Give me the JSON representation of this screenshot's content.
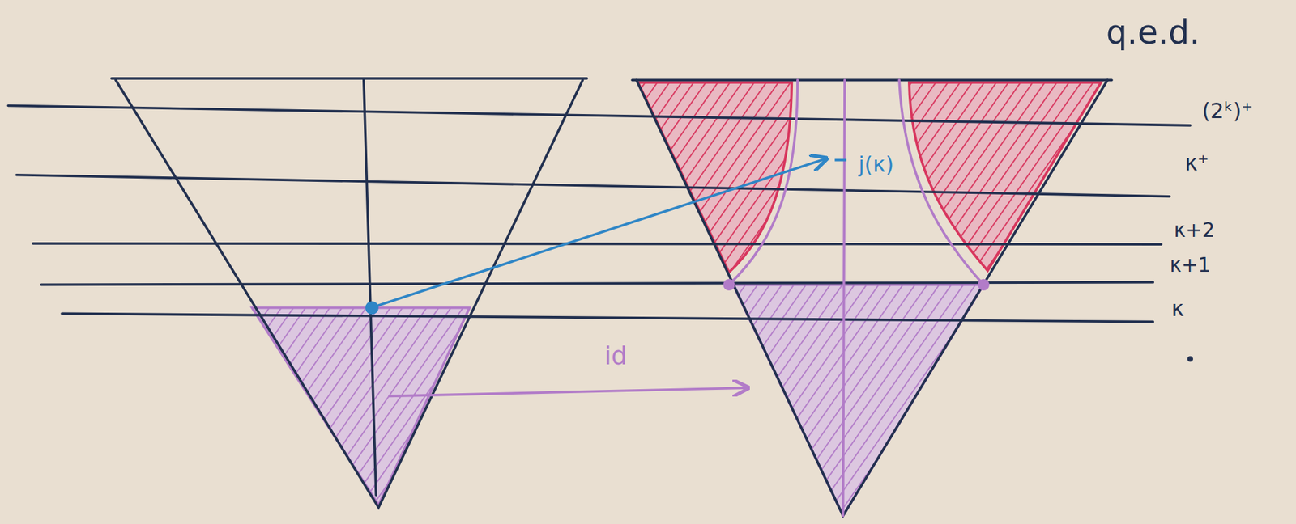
{
  "diagram": {
    "labels": [
      "q.e.d.",
      "(2ᵏ)⁺",
      "κ⁺",
      "κ+2",
      "κ+1",
      "κ",
      "id",
      "j(κ)"
    ]
  }
}
